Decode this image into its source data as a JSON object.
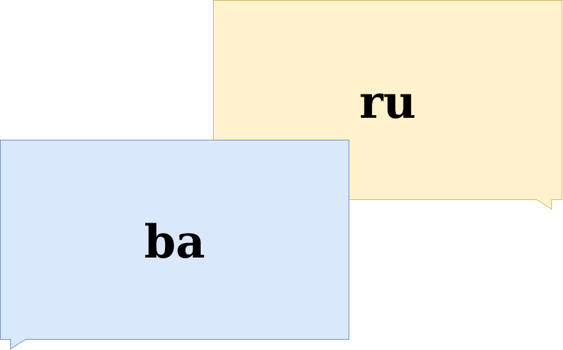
{
  "bubbles": [
    {
      "id": "ru",
      "label": "ru",
      "fill": "#fff2cc",
      "stroke": "#d6b656"
    },
    {
      "id": "ba",
      "label": "ba",
      "fill": "#dae8fc",
      "stroke": "#6c8ebf"
    }
  ],
  "text_color": "#000000"
}
